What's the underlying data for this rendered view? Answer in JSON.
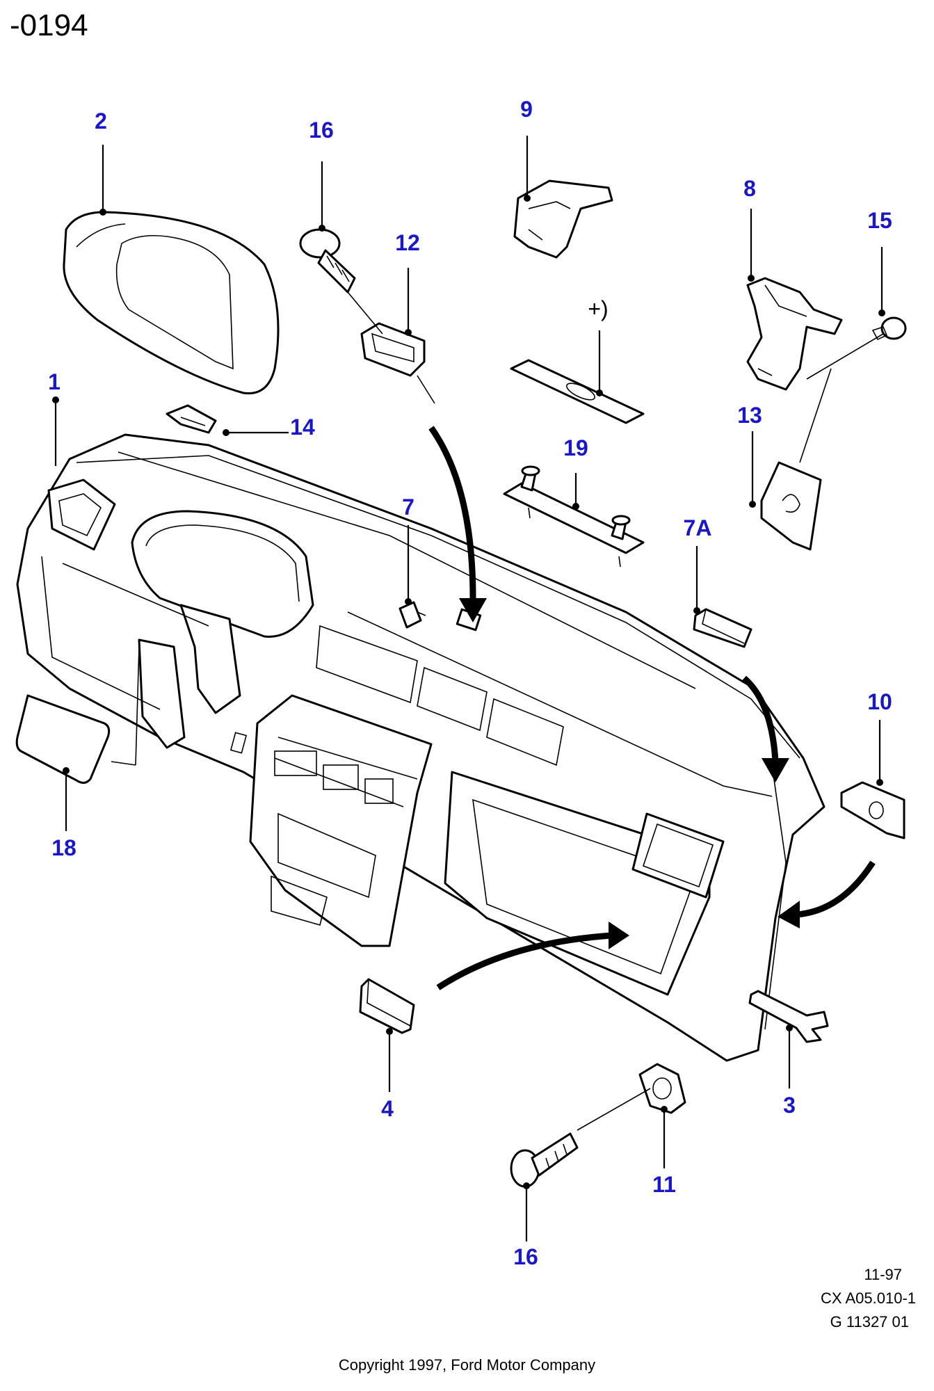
{
  "header": {
    "code": "-0194"
  },
  "callouts": [
    {
      "id": "c1",
      "label": "1"
    },
    {
      "id": "c2",
      "label": "2"
    },
    {
      "id": "c3",
      "label": "3"
    },
    {
      "id": "c4",
      "label": "4"
    },
    {
      "id": "c7",
      "label": "7"
    },
    {
      "id": "c7a",
      "label": "7A"
    },
    {
      "id": "c8",
      "label": "8"
    },
    {
      "id": "c9",
      "label": "9"
    },
    {
      "id": "c10",
      "label": "10"
    },
    {
      "id": "c11",
      "label": "11"
    },
    {
      "id": "c12",
      "label": "12"
    },
    {
      "id": "c13",
      "label": "13"
    },
    {
      "id": "c14",
      "label": "14"
    },
    {
      "id": "c15",
      "label": "15"
    },
    {
      "id": "c16a",
      "label": "16"
    },
    {
      "id": "c16b",
      "label": "16"
    },
    {
      "id": "c18",
      "label": "18"
    },
    {
      "id": "c19",
      "label": "19"
    }
  ],
  "note": "+)",
  "meta": {
    "date": "11-97",
    "ref": "CX A05.010-1",
    "illustration": "G 11327 01"
  },
  "copyright": "Copyright 1997, Ford Motor Company",
  "colors": {
    "callout": "#1a17c8",
    "line": "#000000"
  }
}
